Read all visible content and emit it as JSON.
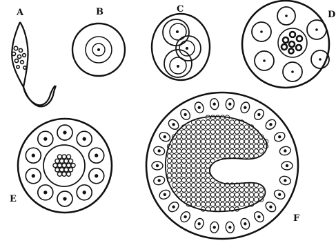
{
  "figure": {
    "label_a": "A",
    "label_b": "B",
    "label_c": "C",
    "label_d": "D",
    "label_e": "E",
    "label_f": "F"
  },
  "colors": {
    "ink": "#111111",
    "paper": "#ffffff"
  }
}
